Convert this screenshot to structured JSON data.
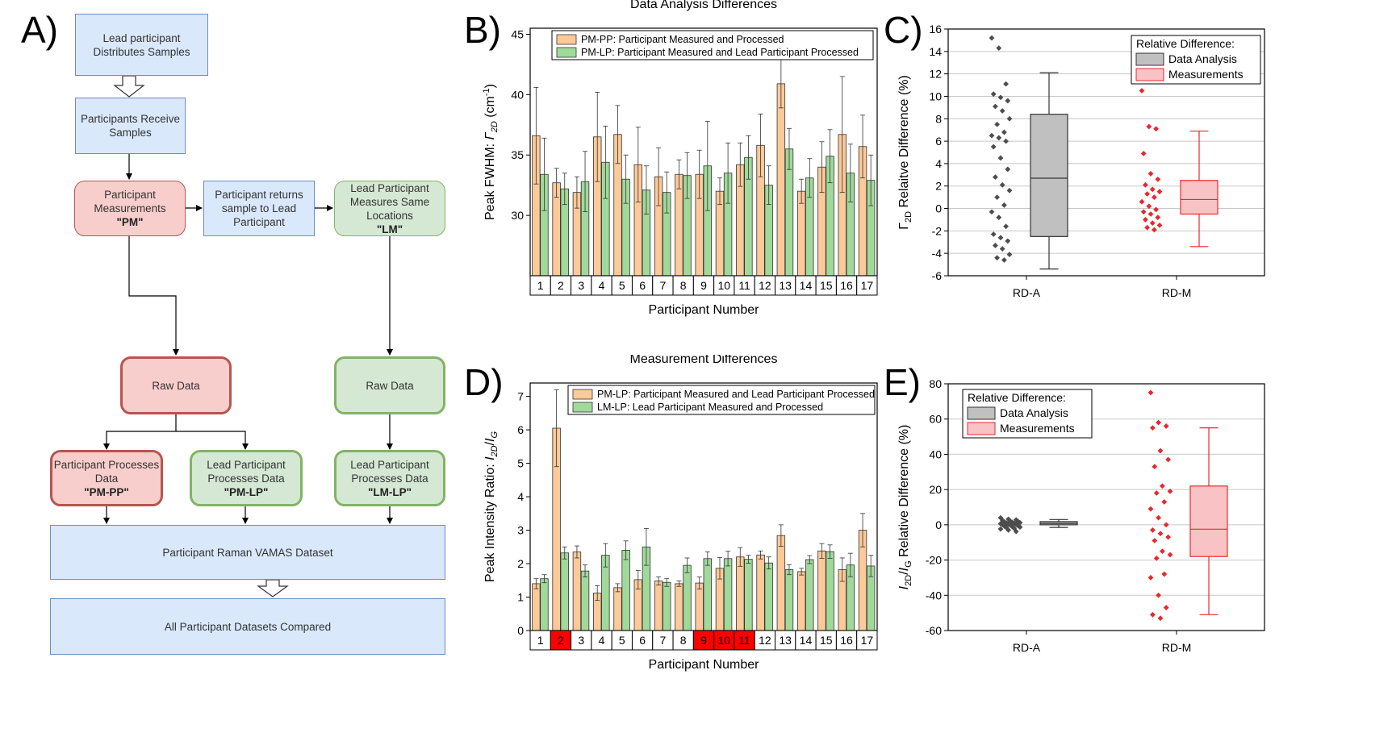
{
  "panel_letters": {
    "a": "A)",
    "b": "B)",
    "c": "C)",
    "d": "D)",
    "e": "E)"
  },
  "flowchart": {
    "lead_distributes": [
      "Lead participant",
      "Distributes Samples"
    ],
    "participants_receive": [
      "Participants Receive",
      "Samples"
    ],
    "participant_measurements": [
      "Participant",
      "Measurements"
    ],
    "participant_measurements_code": "\"PM\"",
    "returns_sample": [
      "Participant returns",
      "sample to Lead",
      "Participant"
    ],
    "lead_measures": [
      "Lead Participant",
      "Measures Same",
      "Locations"
    ],
    "lead_measures_code": "\"LM\"",
    "raw_data_left": "Raw Data",
    "raw_data_right": "Raw Data",
    "participant_processes": [
      "Participant Processes",
      "Data"
    ],
    "participant_processes_code": "\"PM-PP\"",
    "lead_processes_pm": [
      "Lead Participant",
      "Processes Data"
    ],
    "lead_processes_pm_code": "\"PM-LP\"",
    "lead_processes_lm": [
      "Lead Participant",
      "Processes Data"
    ],
    "lead_processes_lm_code": "\"LM-LP\"",
    "vamas_dataset": "Participant Raman VAMAS Dataset",
    "all_compared": "All Participant Datasets Compared"
  },
  "colors": {
    "orange": "#fcc999",
    "green": "#a1d99b",
    "gray_box": "#c0c0c0",
    "pink_box": "#f9c2c4",
    "gray_point": "#4d4d4d",
    "red_point": "#e8282e",
    "highlight": "#ff0000"
  },
  "chart_data": [
    {
      "id": "B",
      "type": "bar",
      "title": "Data Analysis Differences",
      "xlabel": "Participant Number",
      "ylabel_pre": "Peak FWHM:  ",
      "ylabel_sym": "Γ",
      "ylabel_sub": "2D",
      "ylabel_post": " (cm",
      "ylabel_sup": "-1",
      "ylabel_end": ")",
      "ylim": [
        25,
        45.5
      ],
      "yticks": [
        30,
        35,
        40,
        45
      ],
      "categories": [
        "1",
        "2",
        "3",
        "4",
        "5",
        "6",
        "7",
        "8",
        "9",
        "10",
        "11",
        "12",
        "13",
        "14",
        "15",
        "16",
        "17"
      ],
      "series": [
        {
          "name": "PM-PP: Participant Measured and Processed",
          "color": "#fcc999",
          "values": [
            36.6,
            32.7,
            31.9,
            36.5,
            36.7,
            34.2,
            33.2,
            33.4,
            33.4,
            32.0,
            34.2,
            35.8,
            40.9,
            32.0,
            34.0,
            36.7,
            35.7
          ],
          "err": [
            4.0,
            1.2,
            1.3,
            3.7,
            2.4,
            3.1,
            2.4,
            1.2,
            2.0,
            1.1,
            1.8,
            2.6,
            2.0,
            1.0,
            2.1,
            4.8,
            2.6
          ]
        },
        {
          "name": "PM-LP: Participant Measured and Lead Participant Processed",
          "color": "#a1d99b",
          "values": [
            33.4,
            32.2,
            32.8,
            34.4,
            33.0,
            32.1,
            31.9,
            33.3,
            34.1,
            33.5,
            34.8,
            32.5,
            35.5,
            33.1,
            34.9,
            33.5,
            32.9
          ],
          "err": [
            3.0,
            1.3,
            2.5,
            3.0,
            2.0,
            2.0,
            1.7,
            1.9,
            3.7,
            2.5,
            1.8,
            1.6,
            1.7,
            1.6,
            2.2,
            2.4,
            2.1
          ]
        }
      ]
    },
    {
      "id": "C",
      "type": "box",
      "ylabel_sym": "Γ",
      "ylabel_sub": "2D",
      "ylabel_post": " Relaitve Difference (%)",
      "ylim": [
        -6,
        16
      ],
      "yticks": [
        -6,
        -4,
        -2,
        0,
        2,
        4,
        6,
        8,
        10,
        12,
        14,
        16
      ],
      "categories": [
        "RD-A",
        "RD-M"
      ],
      "legend_title": "Relative Difference:",
      "legend": [
        "Data Analysis",
        "Measurements"
      ],
      "boxes": [
        {
          "q1": -2.5,
          "median": 2.7,
          "q3": 8.4,
          "whisker_low": -5.4,
          "whisker_high": 12.1
        },
        {
          "q1": -0.5,
          "median": 0.8,
          "q3": 2.5,
          "whisker_low": -3.4,
          "whisker_high": 6.9
        }
      ],
      "points": [
        [
          15.2,
          14.3,
          11.1,
          10.2,
          9.9,
          9.6,
          9.1,
          8.7,
          8.0,
          7.5,
          6.8,
          6.5,
          6.3,
          6.0,
          5.5,
          4.5,
          3.5,
          2.8,
          2.1,
          1.6,
          1.0,
          0.3,
          -0.3,
          -0.8,
          -1.6,
          -2.3,
          -2.6,
          -2.9,
          -3.3,
          -3.6,
          -4.1,
          -4.4,
          -4.6
        ],
        [
          10.5,
          7.3,
          7.1,
          4.9,
          3.1,
          2.6,
          2.1,
          1.7,
          1.5,
          1.3,
          1.0,
          0.6,
          0.2,
          -0.1,
          -0.3,
          -0.5,
          -0.8,
          -1.0,
          -1.3,
          -1.5,
          -1.7,
          -1.9
        ]
      ]
    },
    {
      "id": "D",
      "type": "bar",
      "title": "Measurement Differences",
      "xlabel": "Participant Number",
      "ylabel_pre": "Peak Intensity Ratio: ",
      "ylabel_sym": "I",
      "ylabel_sub": "2D",
      "ylabel_post": "/",
      "ylabel_sym2": "I",
      "ylabel_sub2": "G",
      "ylim": [
        0,
        7.4
      ],
      "yticks": [
        0,
        1,
        2,
        3,
        4,
        5,
        6,
        7
      ],
      "categories": [
        "1",
        "2",
        "3",
        "4",
        "5",
        "6",
        "7",
        "8",
        "9",
        "10",
        "11",
        "12",
        "13",
        "14",
        "15",
        "16",
        "17"
      ],
      "highlighted": [
        "2",
        "9",
        "10",
        "11"
      ],
      "series": [
        {
          "name": "PM-LP: Participant Measured and Lead Participant Processed",
          "color": "#fcc999",
          "values": [
            1.4,
            6.05,
            2.35,
            1.12,
            1.28,
            1.52,
            1.48,
            1.4,
            1.42,
            1.86,
            2.2,
            2.26,
            2.84,
            1.76,
            2.38,
            1.82,
            3.0
          ],
          "err": [
            0.15,
            1.15,
            0.18,
            0.22,
            0.12,
            0.28,
            0.12,
            0.08,
            0.18,
            0.32,
            0.28,
            0.12,
            0.32,
            0.1,
            0.22,
            0.35,
            0.5
          ]
        },
        {
          "name": "LM-LP: Lead Participant Measured and Processed",
          "color": "#a1d99b",
          "values": [
            1.55,
            2.32,
            1.78,
            2.25,
            2.4,
            2.5,
            1.44,
            1.95,
            2.15,
            2.15,
            2.13,
            2.02,
            1.82,
            2.12,
            2.36,
            1.96,
            1.93
          ]
        },
        {
          "name": "_err_LM",
          "values": [
            0.12,
            0.18,
            0.18,
            0.35,
            0.28,
            0.55,
            0.12,
            0.22,
            0.2,
            0.22,
            0.12,
            0.18,
            0.15,
            0.12,
            0.2,
            0.35,
            0.32
          ]
        }
      ]
    },
    {
      "id": "E",
      "type": "box",
      "ylabel_sym": "I",
      "ylabel_sub": "2D",
      "ylabel_mid": "/",
      "ylabel_sym2": "I",
      "ylabel_sub2": "G",
      "ylabel_post": " Relative Difference (%)",
      "ylim": [
        -60,
        80
      ],
      "yticks": [
        -60,
        -40,
        -20,
        0,
        20,
        40,
        60,
        80
      ],
      "categories": [
        "RD-A",
        "RD-M"
      ],
      "legend_title": "Relative Difference:",
      "legend": [
        "Data Analysis",
        "Measurements"
      ],
      "boxes": [
        {
          "q1": 0.0,
          "median": 0.8,
          "q3": 1.8,
          "whisker_low": -1.5,
          "whisker_high": 3.0
        },
        {
          "q1": -18,
          "median": -2.5,
          "q3": 22,
          "whisker_low": -51,
          "whisker_high": 55
        }
      ],
      "points": [
        [
          4.0,
          3.2,
          2.8,
          2.5,
          2.1,
          1.9,
          1.6,
          1.4,
          1.2,
          1.0,
          0.8,
          0.6,
          0.4,
          0.2,
          0.0,
          -0.2,
          -0.5,
          -0.8,
          -1.0,
          -1.3,
          -1.6,
          -2.0,
          -2.4,
          -3.0,
          -3.8
        ],
        [
          75,
          58,
          56,
          55,
          42,
          37,
          33,
          22,
          19,
          18,
          13,
          9,
          4,
          0,
          -3,
          -5,
          -7,
          -9,
          -15,
          -17,
          -19,
          -28,
          -30,
          -40,
          -47,
          -51,
          -53
        ]
      ]
    }
  ]
}
